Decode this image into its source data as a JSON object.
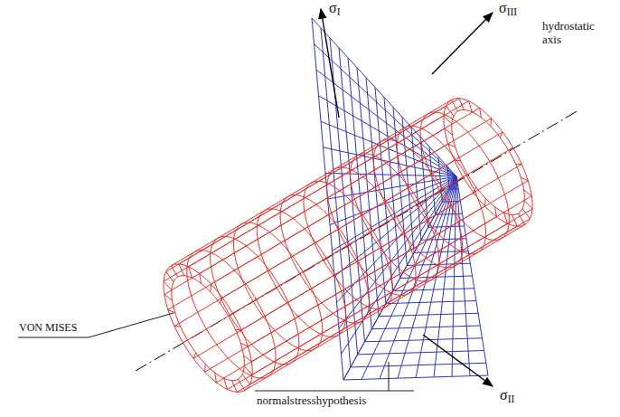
{
  "diagram": {
    "labels": [
      "σI",
      "σIII",
      "hydrostatic axis",
      "VON MISES",
      "σII",
      "normalstresshypothesis"
    ]
  }
}
